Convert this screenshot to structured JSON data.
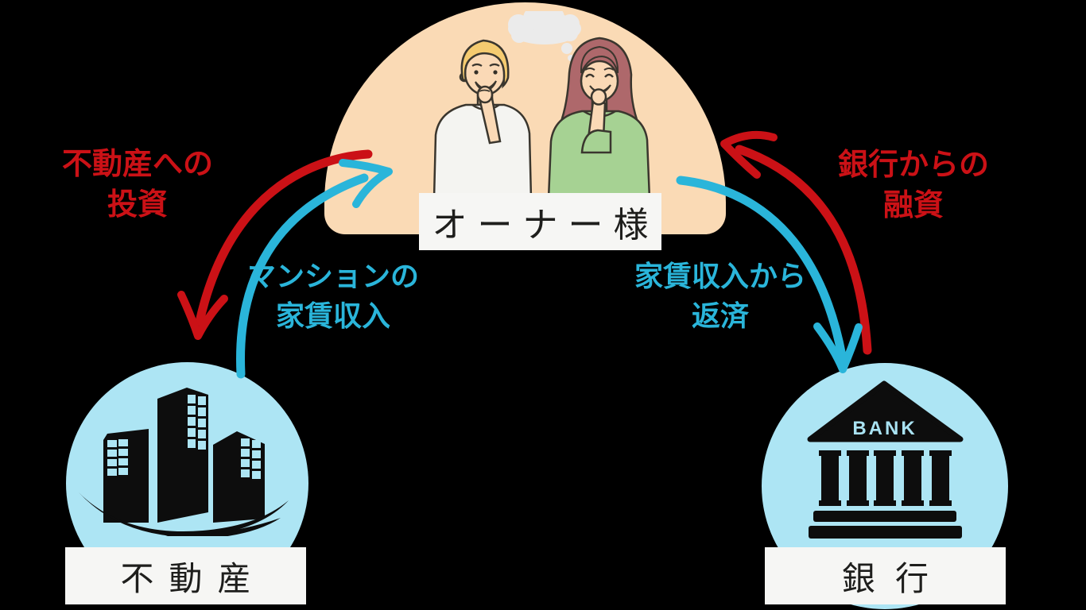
{
  "scene": {
    "background_color": "#000000",
    "description_colors": {
      "dome_peach": "#FADAB5",
      "circle_blue": "#ADE5F4",
      "arrow_red": "#CB1116",
      "arrow_cyan": "#2AB5DA",
      "label_box_white": "#F6F6F4",
      "label_text": "#1E1E1C",
      "icon_black": "#0D0D0D"
    }
  },
  "owner": {
    "label": "オーナー様",
    "illustration": "couple-thinking-illustration",
    "thought_bubble_icon": "thought-bubble-icon"
  },
  "estate": {
    "label": "不動産",
    "icon": "city-buildings-icon"
  },
  "bank": {
    "label": "銀行",
    "icon": "bank-building-icon",
    "sign_text": "BANK"
  },
  "flows": {
    "invest": {
      "line1": "不動産への",
      "line2": "投資",
      "color": "#CB1116",
      "from": "owner",
      "to": "estate"
    },
    "rent": {
      "line1": "マンションの",
      "line2": "家賃収入",
      "color": "#2AB5DA",
      "from": "estate",
      "to": "owner"
    },
    "loan": {
      "line1": "銀行からの",
      "line2": "融資",
      "color": "#CB1116",
      "from": "bank",
      "to": "owner"
    },
    "repay": {
      "line1": "家賃収入から",
      "line2": "返済",
      "color": "#2AB5DA",
      "from": "owner",
      "to": "bank"
    }
  }
}
